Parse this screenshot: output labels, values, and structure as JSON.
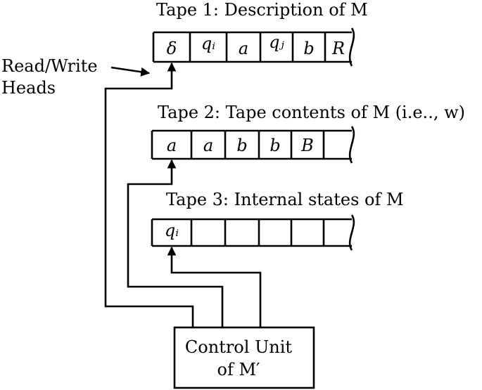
{
  "diagram": {
    "heads_label": [
      "Read/Write",
      "Heads"
    ],
    "control_unit": [
      "Control Unit",
      "of M′"
    ],
    "tapes": [
      {
        "title": "Tape 1: Description of M",
        "cells": [
          "δ",
          "qᵢ",
          "a",
          "qⱼ",
          "b",
          "R"
        ]
      },
      {
        "title": "Tape 2: Tape contents of M  (i.e.., w)",
        "cells": [
          "a",
          "a",
          "b",
          "b",
          "B",
          ""
        ]
      },
      {
        "title": "Tape 3: Internal states of M",
        "cells": [
          "qᵢ",
          "",
          "",
          "",
          "",
          ""
        ]
      }
    ]
  }
}
